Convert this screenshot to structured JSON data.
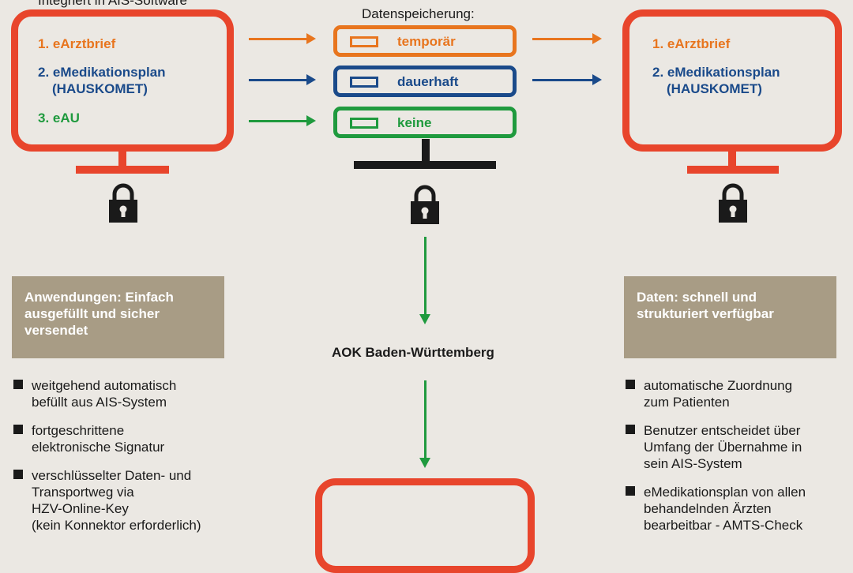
{
  "top_left_caption": "Integriert in AIS-Software",
  "center_caption": "Datenspeicherung:",
  "left_monitor": {
    "item1": "1. eArztbrief",
    "item2_line1": "2. eMedikationsplan",
    "item2_line2": "(HAUSKOMET)",
    "item3": "3. eAU"
  },
  "storage": {
    "temp": "temporär",
    "perm": "dauerhaft",
    "none": "keine"
  },
  "right_monitor": {
    "item1": "1. eArztbrief",
    "item2_line1": "2. eMedikationsplan",
    "item2_line2": "(HAUSKOMET)"
  },
  "aok_label": "AOK Baden-Württemberg",
  "left_box": {
    "line1": "Anwendungen: Einfach",
    "line2": "ausgefüllt und sicher",
    "line3": "versendet"
  },
  "right_box": {
    "line1": "Daten: schnell und",
    "line2": "strukturiert verfügbar"
  },
  "left_bullets": [
    {
      "l1": "weitgehend automatisch",
      "l2": "befüllt aus AIS-System"
    },
    {
      "l1": "fortgeschrittene",
      "l2": "elektronische Signatur"
    },
    {
      "l1": "verschlüsselter Daten- und",
      "l2": "Transportweg via",
      "l3": "HZV-Online-Key",
      "l4": "(kein Konnektor erforderlich)"
    }
  ],
  "right_bullets": [
    {
      "l1": "automatische Zuordnung",
      "l2": "zum Patienten"
    },
    {
      "l1": "Benutzer entscheidet über",
      "l2": "Umfang der Übernahme in",
      "l3": "sein AIS-System"
    },
    {
      "l1": "eMedikationsplan von allen",
      "l2": "behandelnden Ärzten",
      "l3": "bearbeitbar - AMTS-Check"
    }
  ],
  "colors": {
    "monitor": "#e8452c",
    "orange": "#e8751e",
    "blue": "#1a4a8a",
    "green": "#1f9a3e",
    "beige": "#a89c85"
  },
  "icons": [
    "lock-icon",
    "arrow-right-icon",
    "arrow-down-icon"
  ]
}
